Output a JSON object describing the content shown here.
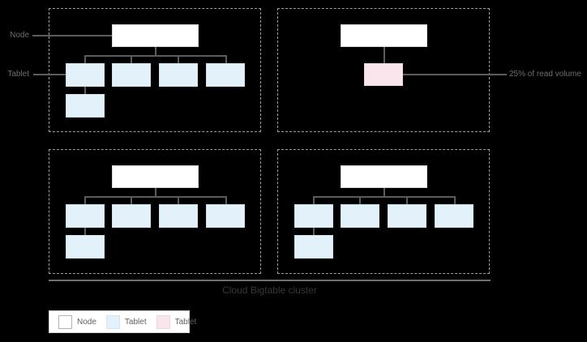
{
  "annotations": {
    "node_label": "Node",
    "tablet_label": "Tablet",
    "read_volume_label": "25% of read volume"
  },
  "cluster": {
    "title": "Cloud Bigtable cluster"
  },
  "legend": {
    "items": [
      {
        "label": "Node",
        "color": "#ffffff"
      },
      {
        "label": "Tablet",
        "color": "#e3f1fb"
      },
      {
        "label": "Tablet",
        "color": "#fbe5ec"
      }
    ]
  },
  "diagram": {
    "quadrants": [
      {
        "position": "top-left",
        "node_boxes": 1,
        "tablet_boxes": 5,
        "hot_tablet_boxes": 0
      },
      {
        "position": "top-right",
        "node_boxes": 1,
        "tablet_boxes": 0,
        "hot_tablet_boxes": 1,
        "annotation": "25% of read volume"
      },
      {
        "position": "bottom-left",
        "node_boxes": 1,
        "tablet_boxes": 5,
        "hot_tablet_boxes": 0
      },
      {
        "position": "bottom-right",
        "node_boxes": 1,
        "tablet_boxes": 5,
        "hot_tablet_boxes": 0
      }
    ]
  },
  "colors": {
    "background": "#000000",
    "node_fill": "#ffffff",
    "tablet_fill": "#e3f1fb",
    "hot_tablet_fill": "#fbe5ec",
    "connector_line": "#5a5c5e",
    "dashed_border": "#9e9e9e",
    "label_text": "#6b6d6f"
  }
}
